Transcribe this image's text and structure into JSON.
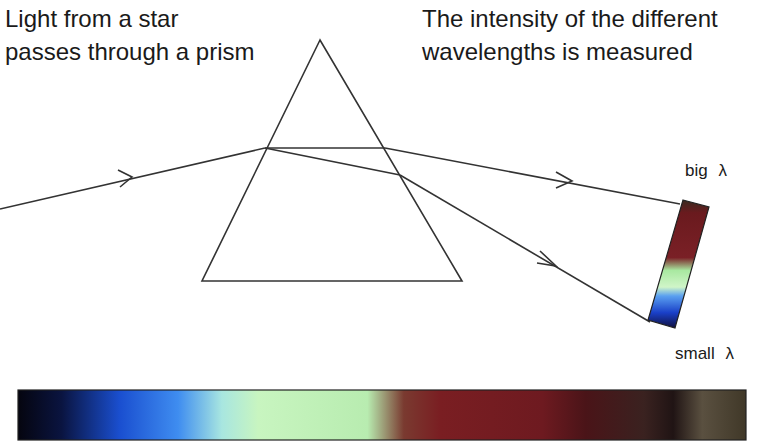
{
  "diagram": {
    "labels": [
      "Light from a star passes through a prism",
      "The intensity of the different wavelengths is measured",
      "big λ",
      "small λ"
    ]
  }
}
